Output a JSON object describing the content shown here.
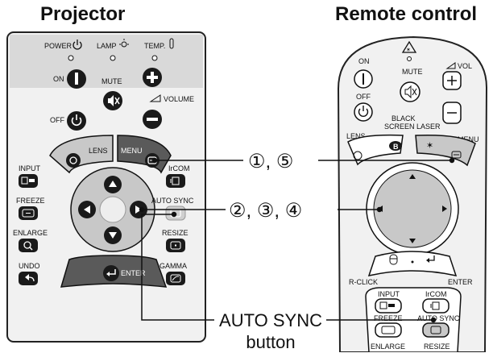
{
  "titles": {
    "projector": "Projector",
    "remote": "Remote control"
  },
  "callouts": {
    "menu_steps": "①, ⑤",
    "arrow_steps": "②, ③, ④"
  },
  "autosync_label": {
    "line1": "AUTO SYNC",
    "line2": "button"
  },
  "projector": {
    "indicators": {
      "power": "POWER",
      "lamp": "LAMP",
      "temp": "TEMP."
    },
    "buttons": {
      "on": "ON",
      "off": "OFF",
      "mute": "MUTE",
      "volume": "VOLUME",
      "lens": "LENS",
      "menu": "MENU",
      "input": "INPUT",
      "ircom": "IrCOM",
      "freeze": "FREEZE",
      "auto_sync": "AUTO SYNC",
      "enlarge": "ENLARGE",
      "resize": "RESIZE",
      "undo": "UNDO",
      "gamma": "GAMMA",
      "enter": "ENTER"
    }
  },
  "remote": {
    "labels": {
      "on": "ON",
      "mute": "MUTE",
      "vol": "VOL",
      "off": "OFF",
      "black": "BLACK",
      "screen": "SCREEN",
      "laser": "LASER",
      "lens": "LENS",
      "menu": "MENU",
      "rclick": "R-CLICK",
      "enter": "ENTER",
      "input": "INPUT",
      "ircom": "IrCOM",
      "freeze": "FREEZE",
      "auto_sync": "AUTO SYNC",
      "enlarge": "ENLARGE",
      "resize": "RESIZE"
    }
  },
  "colors": {
    "panel": "#f1f1f1",
    "dark_button": "#1a1a1a",
    "light_ring": "#c8c8c8",
    "menu_key": "#5a5a5a"
  }
}
